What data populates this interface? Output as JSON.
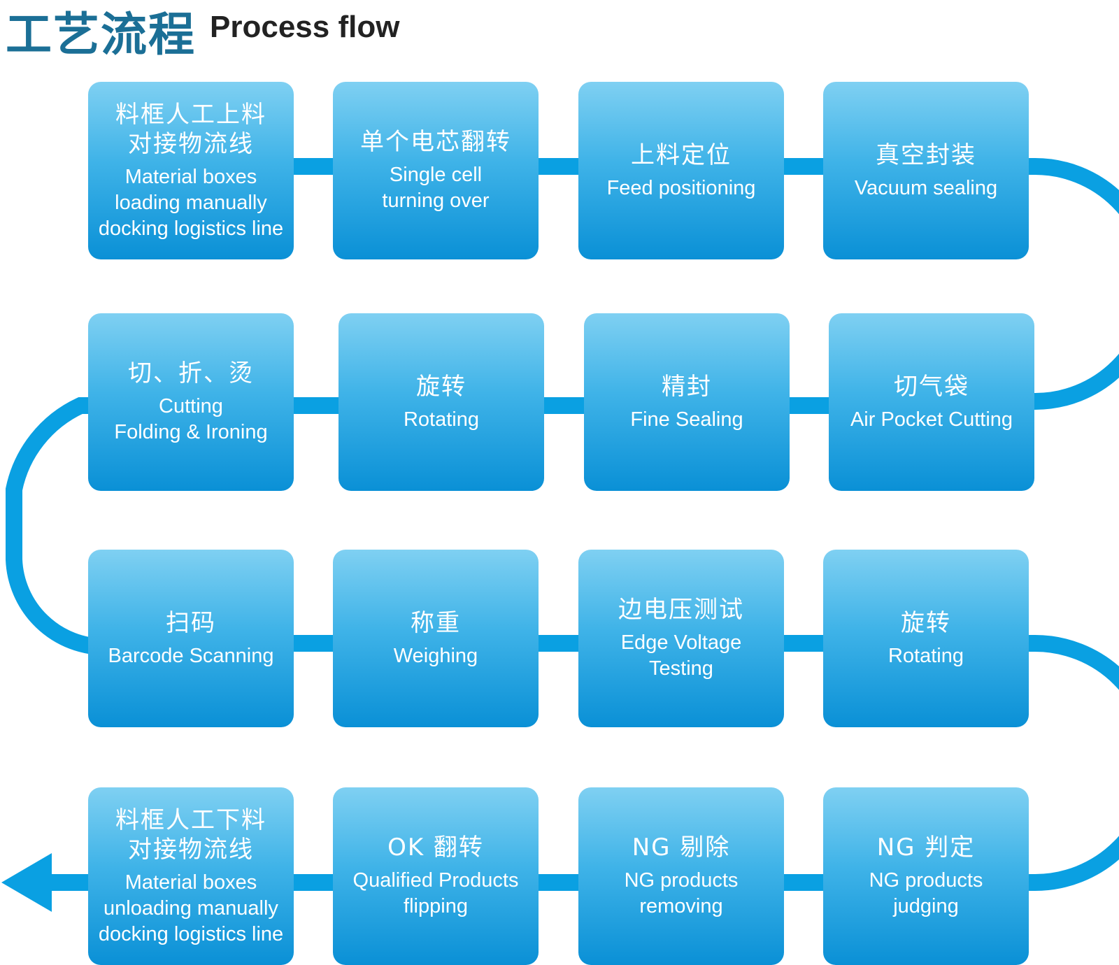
{
  "header": {
    "title_cn": "工艺流程",
    "title_en": "Process flow"
  },
  "colors": {
    "title_cn": "#1b6f96",
    "connector": "#0aa0e2",
    "box_top": "#7fd0f2",
    "box_bottom": "#0a90d6"
  },
  "steps": [
    {
      "cn": "料框人工上料\n对接物流线",
      "en": "Material boxes\nloading manually\ndocking logistics line"
    },
    {
      "cn": "单个电芯翻转",
      "en": "Single cell\nturning over"
    },
    {
      "cn": "上料定位",
      "en": "Feed positioning"
    },
    {
      "cn": "真空封装",
      "en": "Vacuum sealing"
    },
    {
      "cn": "切、折、烫",
      "en": "Cutting\nFolding & Ironing"
    },
    {
      "cn": "旋转",
      "en": "Rotating"
    },
    {
      "cn": "精封",
      "en": "Fine Sealing"
    },
    {
      "cn": "切气袋",
      "en": "Air Pocket Cutting"
    },
    {
      "cn": "扫码",
      "en": "Barcode Scanning"
    },
    {
      "cn": "称重",
      "en": "Weighing"
    },
    {
      "cn": "边电压测试",
      "en": "Edge Voltage\nTesting"
    },
    {
      "cn": "旋转",
      "en": "Rotating"
    },
    {
      "cn": "料框人工下料\n对接物流线",
      "en": "Material boxes\nunloading manually\ndocking logistics line"
    },
    {
      "cn": "OK 翻转",
      "en": "Qualified Products\nflipping"
    },
    {
      "cn": "NG 剔除",
      "en": "NG products\nremoving"
    },
    {
      "cn": "NG 判定",
      "en": "NG products\njudging"
    }
  ]
}
